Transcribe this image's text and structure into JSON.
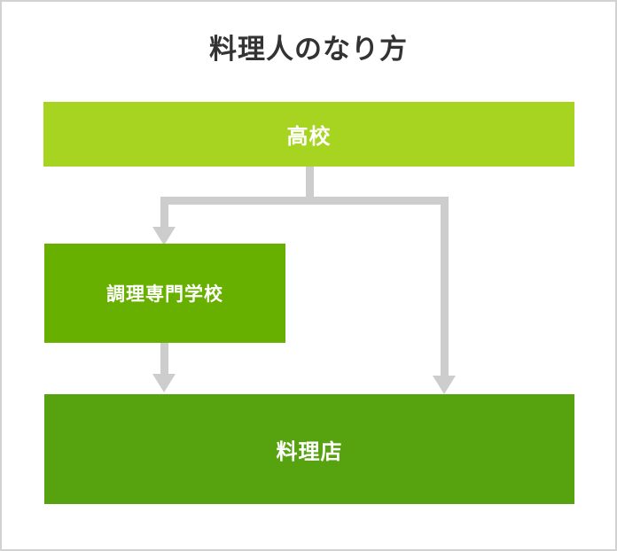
{
  "diagram": {
    "title": "料理人のなり方",
    "type": "flowchart",
    "title_color": "#333333",
    "connector_color": "#cdcdcd",
    "border_color": "#d2d2d2",
    "background_color": "#ffffff",
    "nodes": [
      {
        "id": "highschool",
        "label": "高校",
        "color": "#a7d421",
        "text_color": "#ffffff"
      },
      {
        "id": "culinary-school",
        "label": "調理専門学校",
        "color": "#67b000",
        "text_color": "#ffffff"
      },
      {
        "id": "restaurant",
        "label": "料理店",
        "color": "#56a30f",
        "text_color": "#ffffff"
      }
    ],
    "edges": [
      {
        "from": "高校",
        "to": "調理専門学校"
      },
      {
        "from": "高校",
        "to": "料理店"
      },
      {
        "from": "調理専門学校",
        "to": "料理店"
      }
    ]
  }
}
